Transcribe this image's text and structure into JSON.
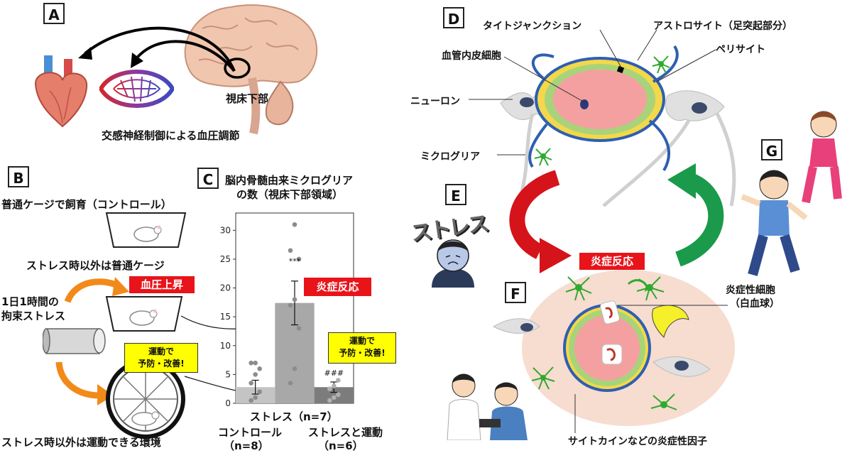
{
  "panels": {
    "A": {
      "letter": "A",
      "hypothalamus_label": "視床下部",
      "caption": "交感神経制御による血圧調節"
    },
    "B": {
      "letter": "B",
      "line_normal": "普通ケージで飼育（コントロール）",
      "line_stress_cage": "ストレス時以外は普通ケージ",
      "stress_line1": "1日1時間の",
      "stress_line2": "拘束ストレス",
      "line_exercise": "ストレス時以外は運動できる環境",
      "bp_badge": "血圧上昇",
      "exercise_badge_line1": "運動で",
      "exercise_badge_line2": "予防・改善!"
    },
    "C": {
      "letter": "C",
      "title_line1": "脳内骨髄由来ミクログリア",
      "title_line2": "の数（視床下部領域）",
      "inflammation_badge": "炎症反応",
      "exercise_badge_line1": "運動で",
      "exercise_badge_line2": "予防・改善!",
      "xlabel_stress": "ストレス（n=7）",
      "xlabel_control_1": "コントロール",
      "xlabel_control_2": "（n=8）",
      "xlabel_exercise_1": "ストレスと運動",
      "xlabel_exercise_2": "（n=6）"
    },
    "D": {
      "letter": "D",
      "tight_junction": "タイトジャンクション",
      "astrocyte": "アストロサイト（足突起部分）",
      "endothelial": "血管内皮細胞",
      "pericyte": "ペリサイト",
      "neuron": "ニューロン",
      "microglia": "ミクログリア"
    },
    "E": {
      "letter": "E",
      "stress_word": "ストレス"
    },
    "F": {
      "letter": "F",
      "inflammation_badge": "炎症反応",
      "inflammatory_cell_1": "炎症性細胞",
      "inflammatory_cell_2": "（白血球）",
      "cytokine": "サイトカインなどの炎症性因子"
    },
    "G": {
      "letter": "G"
    }
  },
  "chart_data": {
    "type": "bar",
    "categories": [
      "コントロール",
      "ストレス",
      "ストレスと運動"
    ],
    "values": [
      2.8,
      17.4,
      2.8
    ],
    "errors": [
      1.2,
      3.8,
      0.9
    ],
    "points": [
      [
        0.5,
        1.0,
        2.0,
        3.5,
        5.0,
        6.0,
        7.0,
        7.0
      ],
      [
        3.5,
        6.0,
        13.0,
        17.0,
        18.0,
        25.0,
        26.5,
        31.0
      ],
      [
        0.5,
        1.0,
        1.5,
        2.5,
        3.0,
        4.0
      ]
    ],
    "annotations": [
      "",
      "***",
      "###"
    ],
    "yticks": [
      0,
      5,
      10,
      15,
      20,
      25,
      30
    ],
    "ylim": [
      0,
      33
    ],
    "bar_colors": [
      "#c4c4c4",
      "#a8a8a8",
      "#7c7c7c"
    ],
    "grid": false
  },
  "colors": {
    "red": "#e8141a",
    "yellow": "#ffff00",
    "arrow_orange": "#f28a1a",
    "arrow_red": "#d4141a",
    "arrow_green": "#1a9a4a"
  }
}
